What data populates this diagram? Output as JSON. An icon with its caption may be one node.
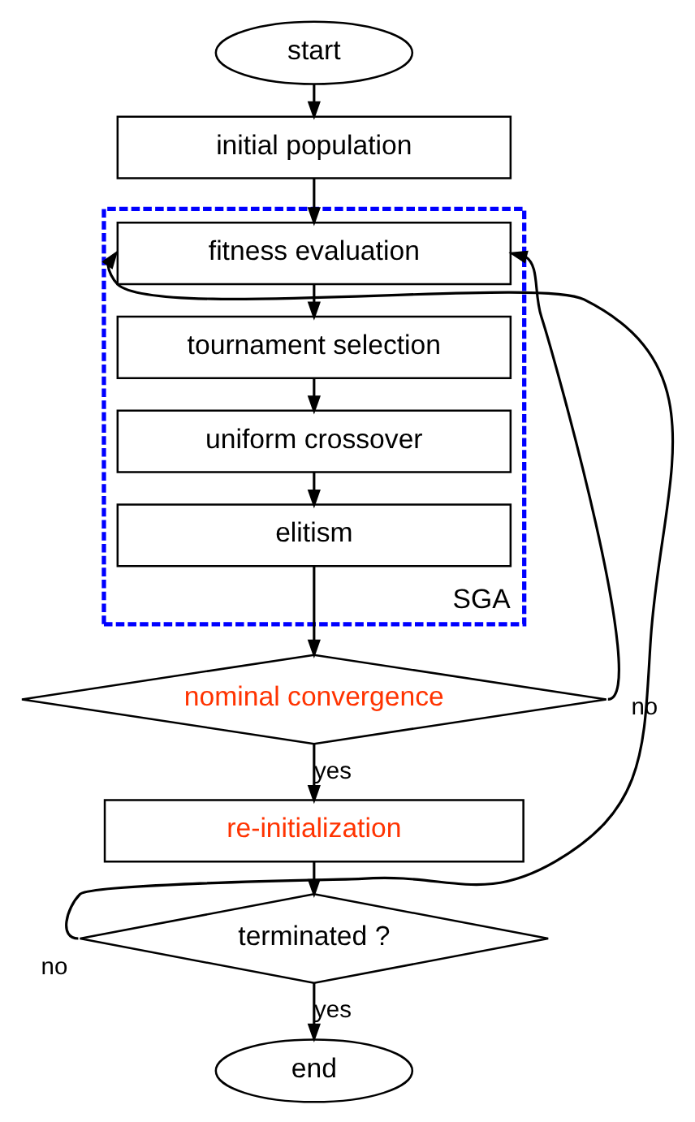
{
  "diagram": {
    "nodes": [
      {
        "text": [
          "start"
        ]
      },
      {
        "text": [
          "initial population"
        ]
      },
      {
        "text": [
          "SGA"
        ]
      },
      {
        "text": [
          "fitness evaluation"
        ],
        "in": 2
      },
      {
        "text": [
          "tournament selection"
        ],
        "in": 2
      },
      {
        "text": [
          "uniform crossover"
        ],
        "in": 2
      },
      {
        "text": [
          "elitism"
        ],
        "in": 2
      },
      {
        "text": [
          "nominal convergence"
        ]
      },
      {
        "text": [
          "re-initialization"
        ]
      },
      {
        "text": [
          "terminated ?"
        ]
      },
      {
        "text": [
          "end"
        ]
      }
    ],
    "edges": [
      {
        "from": 0,
        "to": 1,
        "arrow": "to"
      },
      {
        "from": 1,
        "to": 3,
        "arrow": "to"
      },
      {
        "from": 3,
        "to": 4,
        "arrow": "to"
      },
      {
        "from": 4,
        "to": 5,
        "arrow": "to"
      },
      {
        "from": 5,
        "to": 6,
        "arrow": "to"
      },
      {
        "from": 6,
        "to": 7,
        "arrow": "to"
      },
      {
        "from": 7,
        "to": 3,
        "arrow": "to",
        "label": "no"
      },
      {
        "from": 7,
        "to": 8,
        "arrow": "to",
        "label": "yes"
      },
      {
        "from": 8,
        "to": 9,
        "arrow": "to"
      },
      {
        "from": 9,
        "to": 3,
        "arrow": "to",
        "label": "no"
      },
      {
        "from": 9,
        "to": 10,
        "arrow": "to",
        "label": "yes"
      }
    ]
  }
}
